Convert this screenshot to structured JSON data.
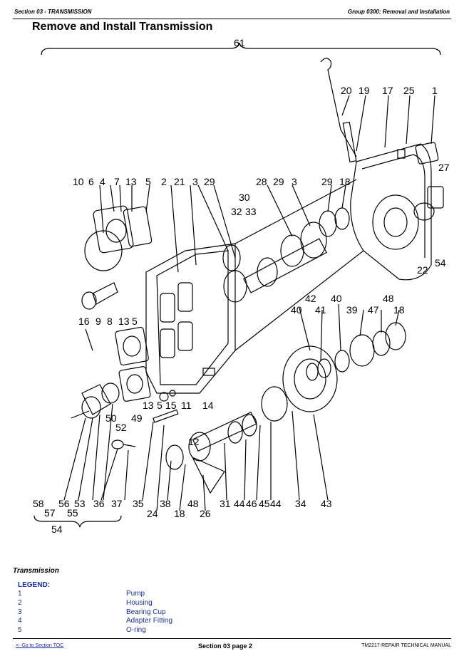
{
  "header": {
    "section": "Section 03 - TRANSMISSION",
    "group": "Group 0300: Removal and Installation"
  },
  "title": "Remove and Install Transmission",
  "figure": {
    "callouts": {
      "c61": "61",
      "c20": "20",
      "c19": "19",
      "c17": "17",
      "c25": "25",
      "c1": "1",
      "c27": "27",
      "c10": "10",
      "c6": "6",
      "c4": "4",
      "c7": "7",
      "c13a": "13",
      "c5a": "5",
      "c2": "2",
      "c21": "21",
      "c3a": "3",
      "c29a": "29",
      "c28": "28",
      "c29b": "29",
      "c3b": "3",
      "c29c": "29",
      "c18a": "18",
      "c30": "30",
      "c32": "32",
      "c33": "33",
      "c54a": "54",
      "c22": "22",
      "c16": "16",
      "c9": "9",
      "c8": "8",
      "c13b": "13",
      "c5b": "5",
      "c42": "42",
      "c40a": "40",
      "c40b": "40",
      "c41": "41",
      "c39": "39",
      "c48a": "48",
      "c47": "47",
      "c18b": "18",
      "c13c": "13",
      "c5c": "5",
      "c15": "15",
      "c11": "11",
      "c14": "14",
      "c50": "50",
      "c49": "49",
      "c52": "52",
      "c12": "12",
      "c58": "58",
      "c56": "56",
      "c53": "53",
      "c57": "57",
      "c55": "55",
      "c54b": "54",
      "c36": "36",
      "c37": "37",
      "c35": "35",
      "c24": "24",
      "c38": "38",
      "c18c": "18",
      "c48b": "48",
      "c26": "26",
      "c31": "31",
      "c44a": "44",
      "c46": "46",
      "c45": "45",
      "c44b": "44",
      "c34": "34",
      "c43": "43"
    }
  },
  "subtitle": "Transmission",
  "legend": {
    "title": "LEGEND:",
    "items": [
      {
        "num": "1",
        "desc": "Pump"
      },
      {
        "num": "2",
        "desc": "Housing"
      },
      {
        "num": "3",
        "desc": "Bearing Cup"
      },
      {
        "num": "4",
        "desc": "Adapter Fitting"
      },
      {
        "num": "5",
        "desc": "O-ring"
      }
    ]
  },
  "footer": {
    "toc": "<- Go to Section TOC",
    "page": "Section 03 page 2",
    "manual": "TM2217-REPAIR TECHNICAL MANUAL"
  }
}
